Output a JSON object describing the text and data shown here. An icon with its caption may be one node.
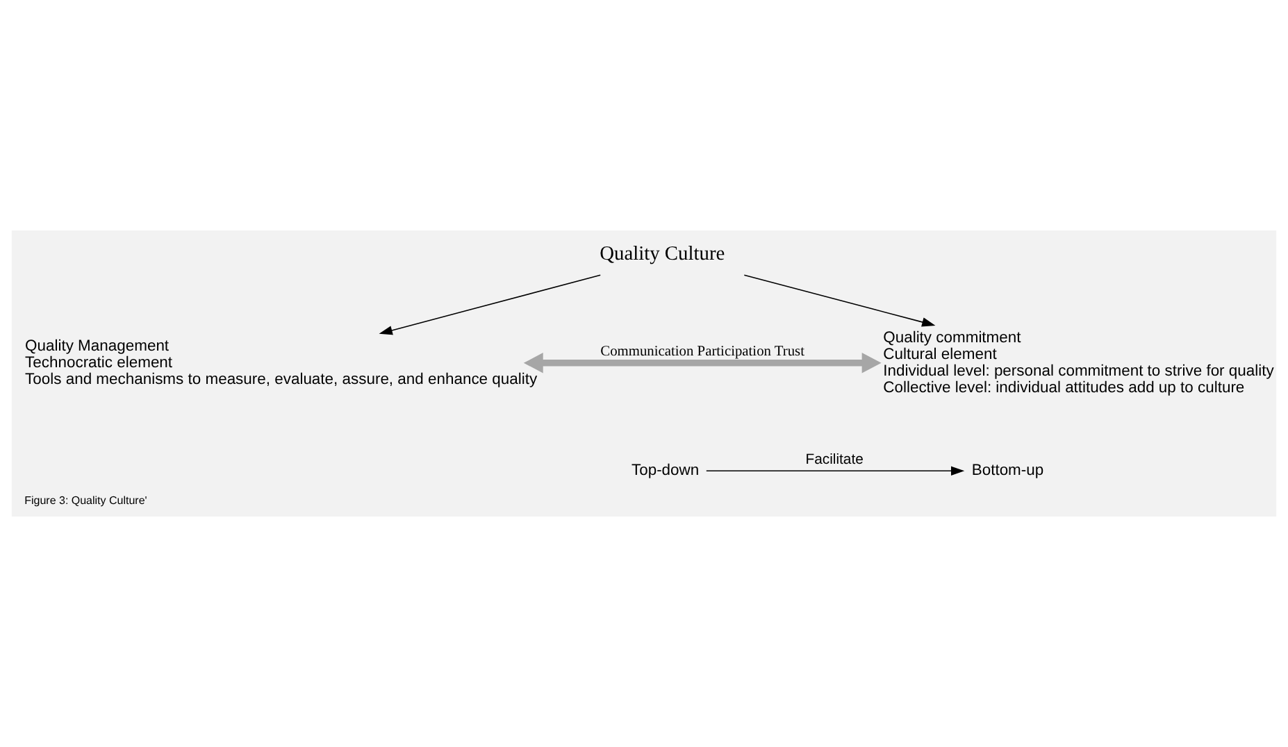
{
  "diagram": {
    "caption": "Figure 3: Quality Culture'",
    "nodes": [
      {
        "text": [
          "Quality Culture"
        ]
      },
      {
        "text": [
          "Quality Management",
          "Technocratic element",
          "Tools and mechanisms to measure, evaluate, assure, and enhance quality"
        ]
      },
      {
        "text": [
          "Quality commitment",
          "Cultural element",
          "Individual level: personal commitment to strive for quality",
          "Collective level: individual attitudes add up to culture"
        ]
      },
      {
        "text": [
          "Top-down"
        ]
      },
      {
        "text": [
          "Bottom-up"
        ]
      }
    ],
    "edges": [
      {
        "from": 0,
        "to": 1,
        "arrow": "to"
      },
      {
        "from": 0,
        "to": 2,
        "arrow": "to"
      },
      {
        "from": 1,
        "to": 2,
        "arrow": "both",
        "label": "Communication Participation Trust",
        "style": "thick",
        "color": "#a6a6a6"
      },
      {
        "from": 3,
        "to": 4,
        "arrow": "to",
        "label": "Facilitate"
      }
    ]
  }
}
